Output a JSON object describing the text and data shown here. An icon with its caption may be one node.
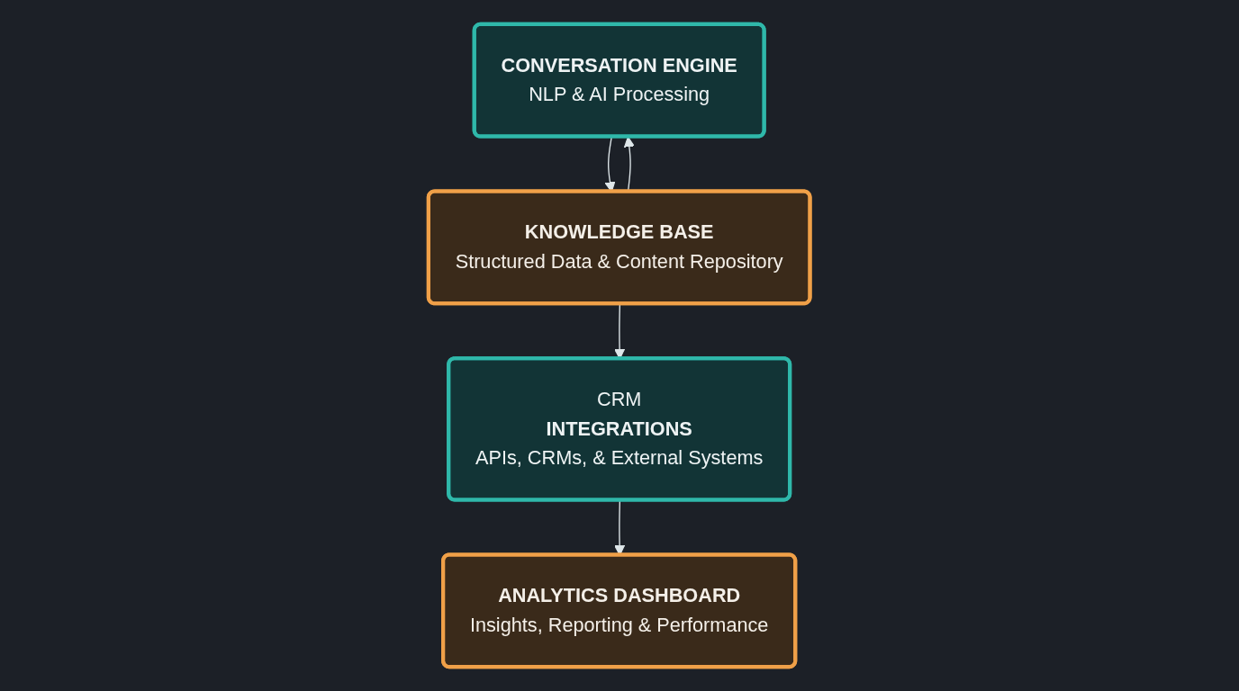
{
  "diagram": {
    "nodes": [
      {
        "text": [
          "CONVERSATION ENGINE",
          "NLP & AI Processing"
        ]
      },
      {
        "text": [
          "KNOWLEDGE BASE",
          "Structured Data & Content Repository"
        ]
      },
      {
        "text": [
          "CRM",
          "INTEGRATIONS",
          "APIs, CRMs, & External Systems"
        ]
      },
      {
        "text": [
          "ANALYTICS DASHBOARD",
          "Insights, Reporting & Performance"
        ]
      }
    ],
    "edges": [
      {
        "from": 0,
        "to": 1,
        "arrow": "to"
      },
      {
        "from": 1,
        "to": 0,
        "arrow": "to"
      },
      {
        "from": 1,
        "to": 2,
        "arrow": "to"
      },
      {
        "from": 2,
        "to": 3,
        "arrow": "to"
      }
    ]
  }
}
